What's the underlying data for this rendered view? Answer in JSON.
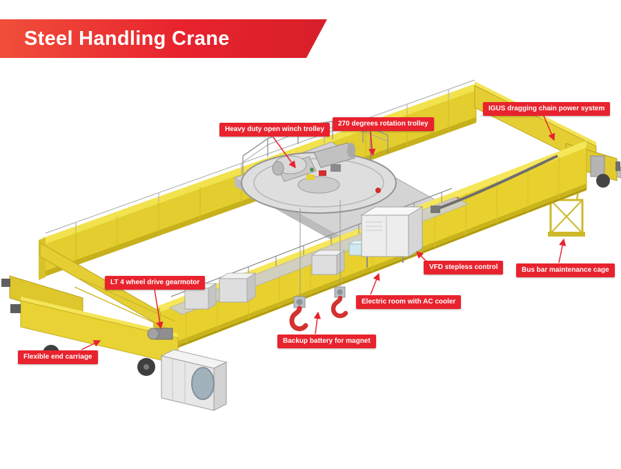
{
  "header": {
    "title": "Steel Handling Crane"
  },
  "labels": [
    {
      "text": "Heavy duty open winch trolley"
    },
    {
      "text": "270 degrees rotation trolley"
    },
    {
      "text": "IGUS dragging chain power system"
    },
    {
      "text": "VFD stepless control"
    },
    {
      "text": "Bus bar maintenance cage"
    },
    {
      "text": "Electric room with AC cooler"
    },
    {
      "text": "LT 4 wheel drive gearmotor"
    },
    {
      "text": "Backup battery for magnet"
    },
    {
      "text": "Flexible end carriage"
    }
  ],
  "colors": {
    "accent_red": "#e8232e",
    "crane_yellow": "#e8d12f",
    "hook_red": "#d23330"
  }
}
